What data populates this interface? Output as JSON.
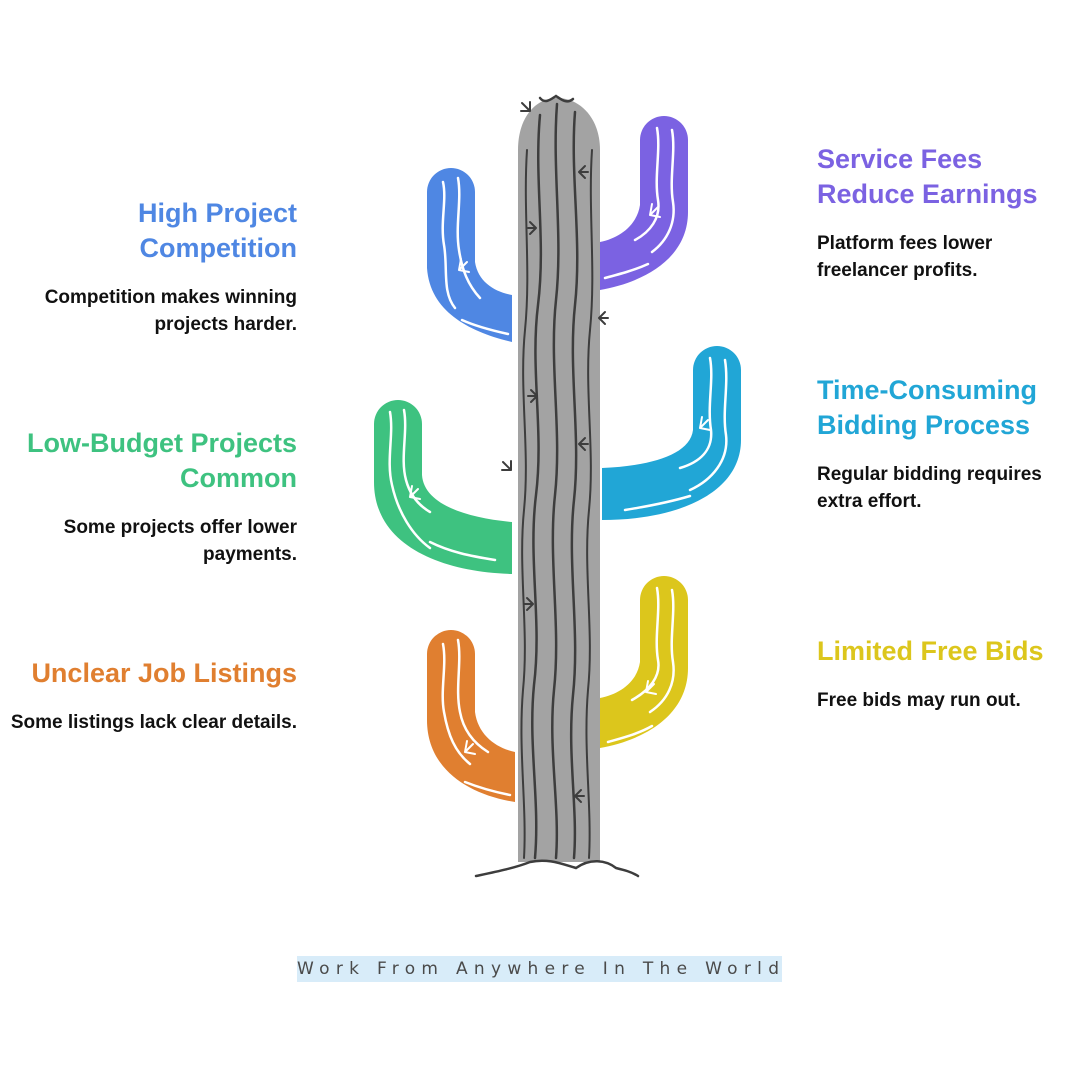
{
  "colors": {
    "trunk": "#a3a3a3",
    "outline": "#3d3d3d",
    "blue": "#4f87e3",
    "green": "#3ec280",
    "orange": "#e07f30",
    "purple": "#7b62e2",
    "cyan": "#21a6d6",
    "yellow": "#dcc61c",
    "footer_bg": "#d8ecf9"
  },
  "items": {
    "high_competition": {
      "title": "High Project Competition",
      "description": "Competition makes winning projects harder.",
      "color": "#4f87e3"
    },
    "low_budget": {
      "title": "Low-Budget Projects Common",
      "description": "Some projects offer lower payments.",
      "color": "#3ec280"
    },
    "unclear_listings": {
      "title": "Unclear Job Listings",
      "description": "Some listings lack clear details.",
      "color": "#e07f30"
    },
    "service_fees": {
      "title": "Service Fees Reduce Earnings",
      "description": "Platform fees lower freelancer profits.",
      "color": "#7b62e2"
    },
    "bidding_process": {
      "title": "Time-Consuming Bidding Process",
      "description": "Regular bidding requires extra effort.",
      "color": "#21a6d6"
    },
    "free_bids": {
      "title": "Limited Free Bids",
      "description": "Free bids may run out.",
      "color": "#dcc61c"
    }
  },
  "footer": {
    "text": "Work From Anywhere In The World"
  }
}
